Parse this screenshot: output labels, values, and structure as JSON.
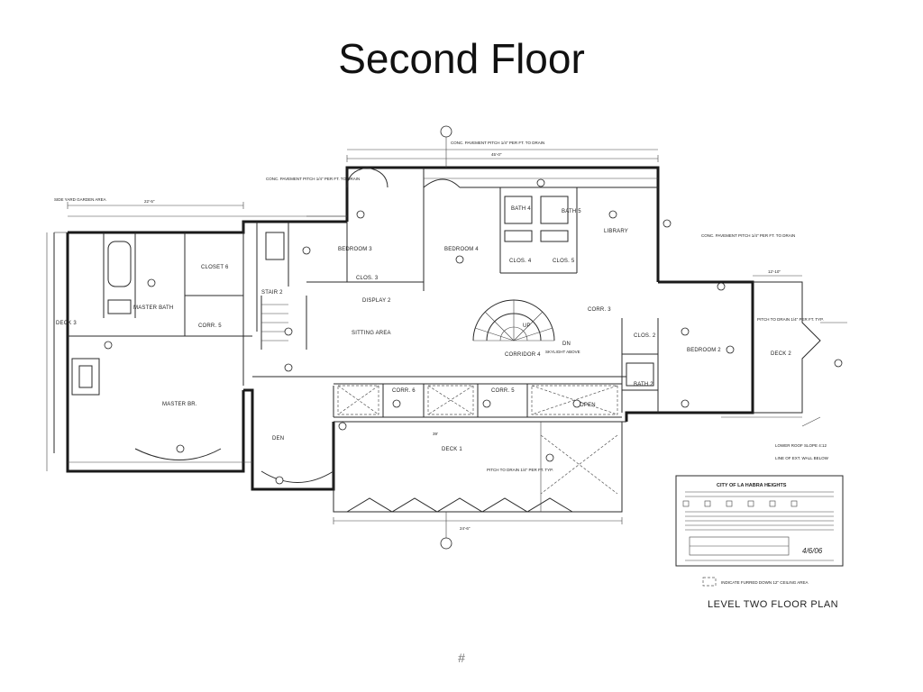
{
  "slide": {
    "title": "Second Floor",
    "page_mark": "#"
  },
  "plan": {
    "title": "LEVEL TWO FLOOR PLAN",
    "legend_text": "INDICATE FURRED DOWN 12\" CEILING AREA",
    "stamp": {
      "title": "CITY OF LA HABRA HEIGHTS",
      "date": "4/6/06"
    },
    "rooms": {
      "closet_6": "CLOSET 6",
      "master_bath": "MASTER BATH",
      "corr_5a": "CORR. 5",
      "deck_3": "DECK 3",
      "master_br": "MASTER BR.",
      "stair_2": "STAIR 2",
      "bedroom_3": "BEDROOM 3",
      "clos_3": "CLOS. 3",
      "display_2": "DISPLAY 2",
      "sitting_area": "SITTING AREA",
      "bedroom_4": "BEDROOM 4",
      "bath_4": "BATH 4",
      "clos_4": "CLOS. 4",
      "bath_5": "BATH 5",
      "clos_5": "CLOS. 5",
      "library": "LIBRARY",
      "corr_3": "CORR. 3",
      "corridor_4": "CORRIDOR 4",
      "corr_6": "CORR. 6",
      "corr_5b": "CORR. 5",
      "open": "OPEN",
      "den": "DEN",
      "deck_1": "DECK 1",
      "clos_2": "CLOS. 2",
      "bedroom_2": "BEDROOM 2",
      "bath_2": "BATH 2",
      "deck_2": "DECK 2",
      "up": "UP",
      "dn": "DN",
      "skylight": "SKYLIGHT ABOVE"
    },
    "notes": {
      "side_yard": "SIDE YARD GARDEN AREA",
      "conc_pavement_1": "CONC. PAVEMENT PITCH 1/4\" PER FT. TO DRAIN",
      "conc_pavement_2": "CONC. PAVEMENT PITCH 1/4\" PER FT. TO DRAIN",
      "conc_pavement_3": "CONC. PAVEMENT PITCH 1/4\" PER FT. TO DRAIN",
      "pitch_deck_1": "PITCH TO DRAIN 1/4\" PER FT. TYP.",
      "pitch_deck_2": "PITCH TO DRAIN 1/4\" PER FT. TYP.",
      "lower_roof": "LOWER ROOF SLOPE 4:12",
      "line_of_wall": "LINE OF EXT. WALL BELOW"
    },
    "dimensions": {
      "top_overall": "45'-0\"",
      "top_left": "22'-5\"",
      "deck1_width": "24'-6\"",
      "deck1_depth": "39'",
      "right_width": "12'-10\""
    }
  }
}
